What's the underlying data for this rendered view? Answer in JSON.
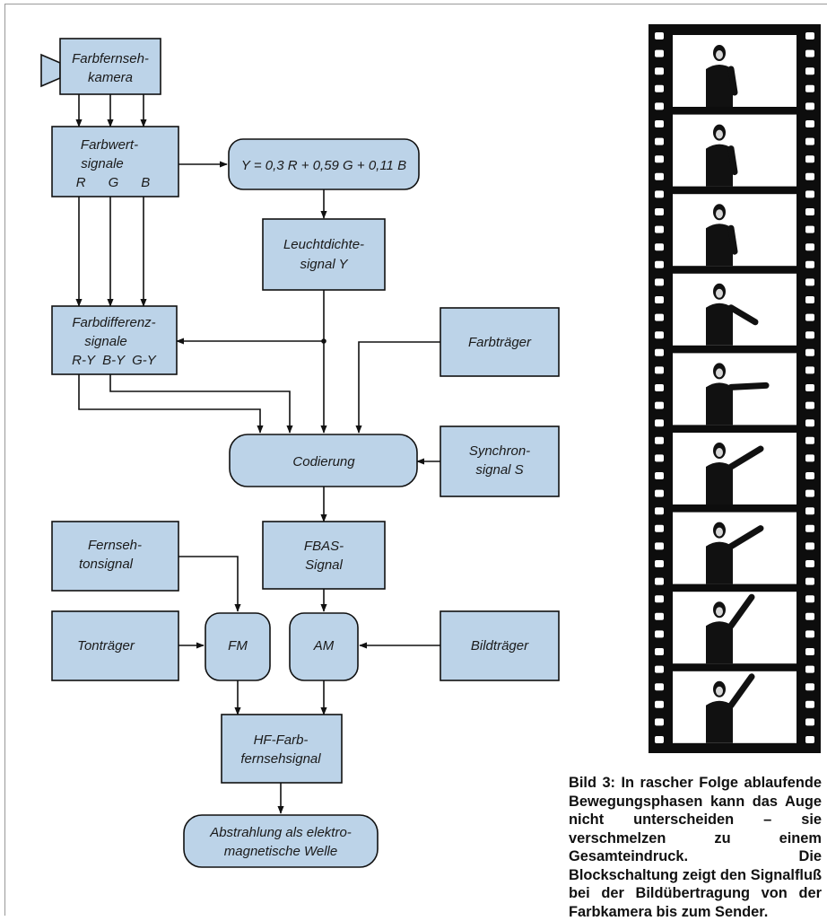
{
  "blocks": {
    "camera": [
      "Farbfernseh-",
      "kamera"
    ],
    "rgb_signals": [
      "Farbwert-",
      "signale",
      "R      G      B"
    ],
    "luma_formula": "Y = 0,3 R + 0,59 G + 0,11 B",
    "luma_signal": [
      "Leuchtdichte-",
      "signal Y"
    ],
    "color_diff": [
      "Farbdifferenz-",
      "signale",
      "R-Y  B-Y  G-Y"
    ],
    "color_carrier": [
      "Farbträger"
    ],
    "encoding": "Codierung",
    "sync": [
      "Synchron-",
      "signal S"
    ],
    "tv_sound": [
      "Fernseh-",
      "tonsignal"
    ],
    "fbas": [
      "FBAS-",
      "Signal"
    ],
    "sound_carrier": [
      "Tonträger"
    ],
    "fm": "FM",
    "am": "AM",
    "picture_carrier": [
      "Bildträger"
    ],
    "hf_signal": [
      "HF-Farb-",
      "fernsehsignal"
    ],
    "radiation": [
      "Abstrahlung als elektro-",
      "magnetische Welle"
    ]
  },
  "caption": "Bild 3: In rascher Folge ablaufende Bewegungsphasen kann das Auge nicht unterscheiden – sie verschmelzen zu einem Gesamteindruck. Die Blockschaltung zeigt den Signalfluß bei der Bildübertragung von der Farbkamera bis zum Sender.",
  "film_strip": {
    "frames": 9,
    "arm_phases": [
      "down",
      "down",
      "down",
      "side",
      "horizontal",
      "up-diagonal",
      "up-diagonal",
      "up",
      "up"
    ]
  },
  "colors": {
    "block_fill": "#bcd3e8",
    "stroke": "#111111",
    "film": "#0d0d0d"
  }
}
